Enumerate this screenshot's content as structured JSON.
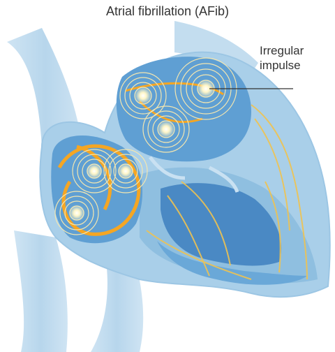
{
  "title": "Atrial fibrillation (AFib)",
  "callout": {
    "line1": "Irregular",
    "line2": "impulse"
  },
  "colors": {
    "heart_outer": "#a9cfe9",
    "heart_wall": "#8fbfe0",
    "chamber": "#5f9fd3",
    "chamber_dark": "#4a89c4",
    "impulse": "#f5a623",
    "impulse_glow": "#fff6c8",
    "text": "#333333"
  },
  "icons": [
    "impulse-glow-icon"
  ]
}
